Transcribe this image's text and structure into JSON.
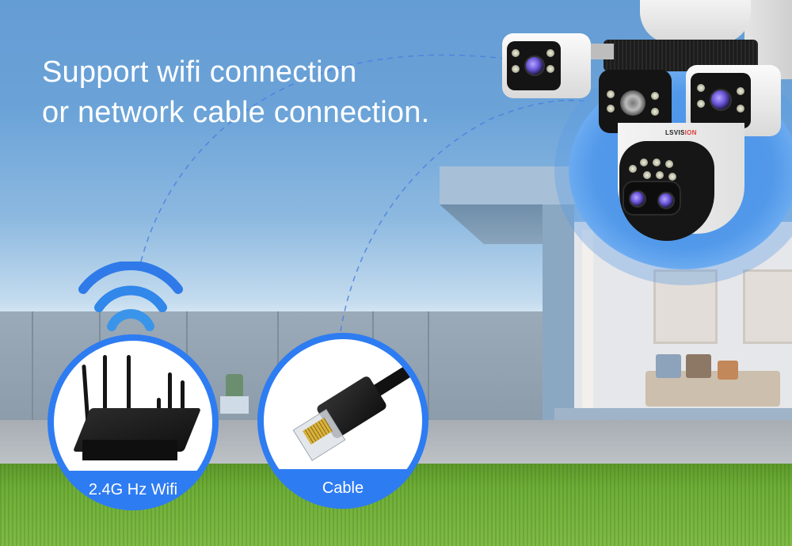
{
  "headline": {
    "line1": "Support wifi connection",
    "line2": "or network cable connection."
  },
  "camera": {
    "brand_prefix": "LSVIS",
    "brand_suffix": "ION"
  },
  "options": [
    {
      "label": "2.4G Hz Wifi",
      "icon": "router-icon"
    },
    {
      "label": "Cable",
      "icon": "ethernet-cable-icon"
    }
  ],
  "colors": {
    "accent_blue": "#2e7cf2",
    "sky_top": "#649cd4",
    "grass": "#6fae37",
    "text": "#ffffff"
  }
}
